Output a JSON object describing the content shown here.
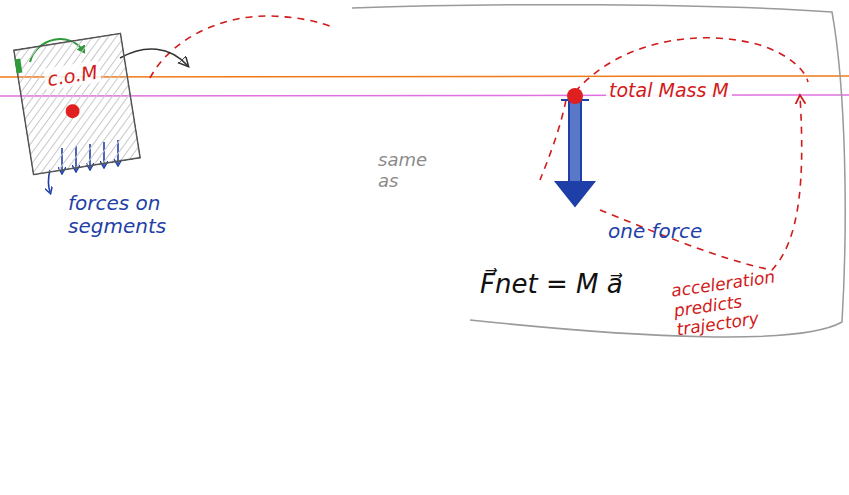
{
  "diagram": {
    "nodes": [
      {
        "text": [
          "c.o.M"
        ]
      }
    ],
    "labels": [
      "forces on segments",
      "same as",
      "total Mass M",
      "one force",
      "F⃗net = M a⃗",
      "acceleration predicts trajectory"
    ]
  }
}
